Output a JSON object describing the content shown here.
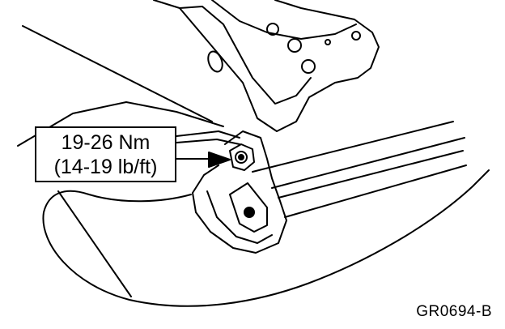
{
  "callout": {
    "torque_metric": "19-26 Nm",
    "torque_imperial": "(14-19 lb/ft)"
  },
  "figure": {
    "code": "GR0694-B"
  },
  "colors": {
    "line": "#000000",
    "background": "#ffffff"
  }
}
